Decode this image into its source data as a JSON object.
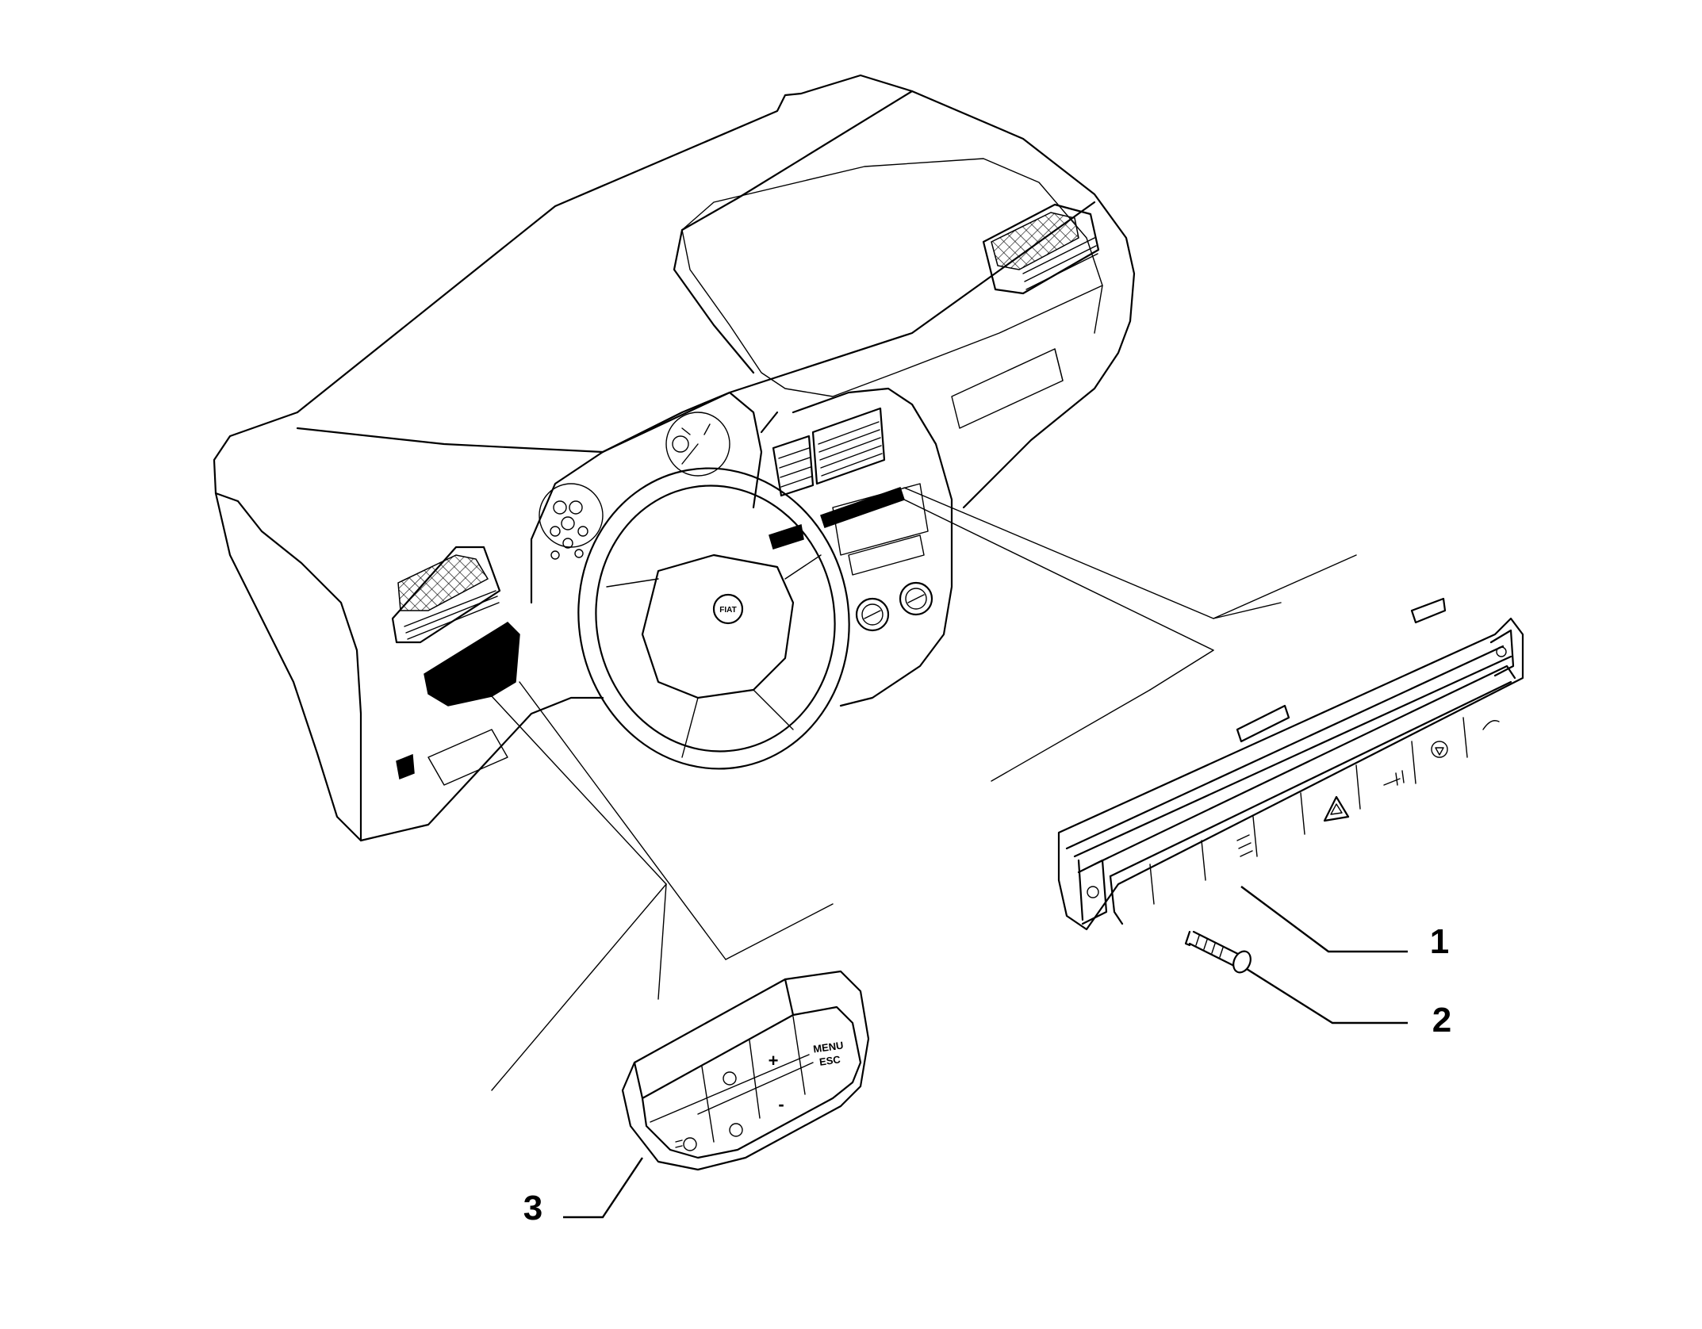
{
  "diagram": {
    "callouts": [
      {
        "id": "1",
        "label": "1"
      },
      {
        "id": "2",
        "label": "2"
      },
      {
        "id": "3",
        "label": "3"
      }
    ],
    "steering_logo": "FIAT",
    "panel_3_labels": {
      "menu": "MENU",
      "esc": "ESC",
      "plus": "+",
      "minus": "-"
    }
  }
}
